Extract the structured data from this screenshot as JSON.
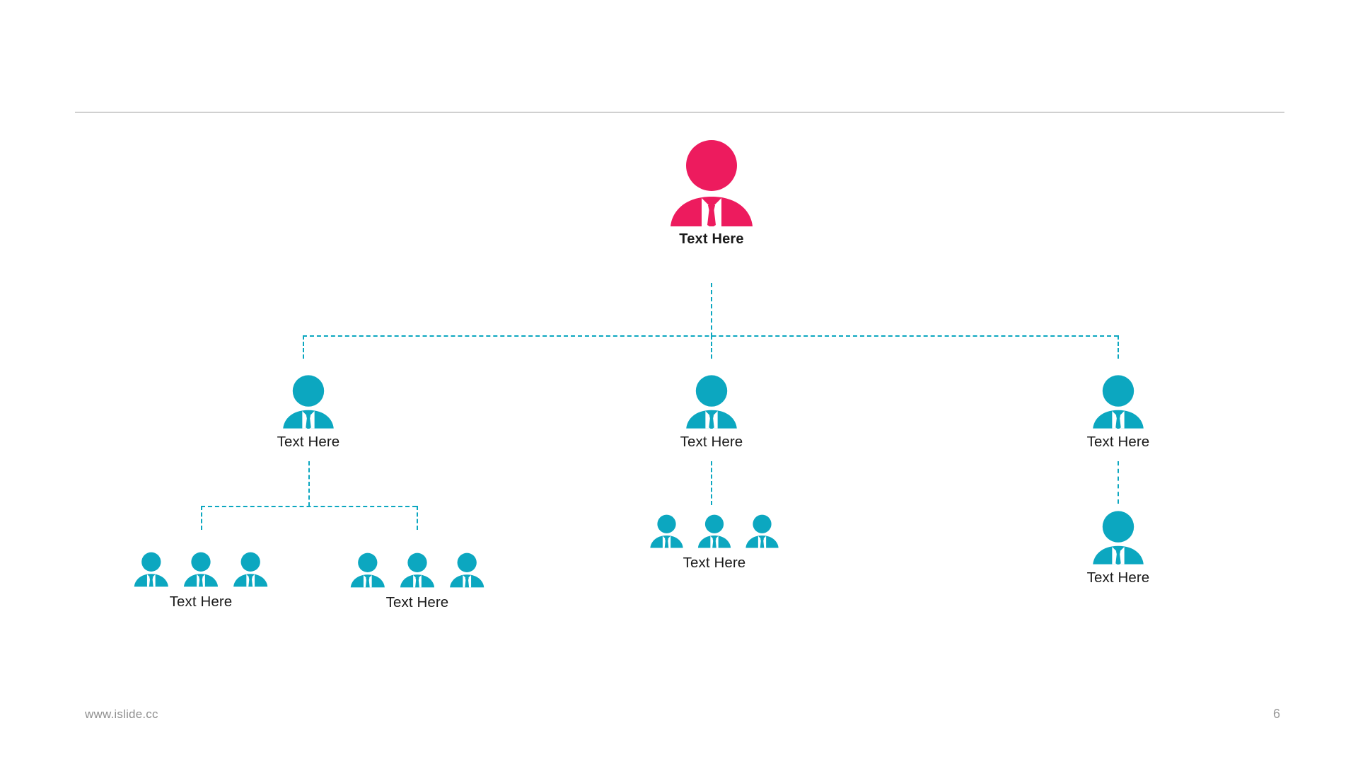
{
  "slide": {
    "page_number": "6",
    "footer_url": "www.islide.cc",
    "colors": {
      "root_accent": "#ED1B5E",
      "branch_accent": "#0CA7C0",
      "connector": "#0CA7C0",
      "rule": "#9B9B9B",
      "footer_text": "#8F8F8F",
      "label_text": "#1B1B1B",
      "background": "#FFFFFF"
    }
  },
  "chart": {
    "type": "org-chart",
    "root": {
      "label": "Text Here",
      "icon": "person-icon",
      "icon_count": 1,
      "accent": "#ED1B5E",
      "emphasis": "bold"
    },
    "level2": [
      {
        "label": "Text Here",
        "icon": "person-icon",
        "icon_count": 1,
        "accent": "#0CA7C0"
      },
      {
        "label": "Text Here",
        "icon": "person-icon",
        "icon_count": 1,
        "accent": "#0CA7C0"
      },
      {
        "label": "Text Here",
        "icon": "person-icon",
        "icon_count": 1,
        "accent": "#0CA7C0"
      }
    ],
    "level3": [
      {
        "label": "Text Here",
        "icon": "person-group-icon",
        "icon_count": 3,
        "accent": "#0CA7C0",
        "parent": 0
      },
      {
        "label": "Text Here",
        "icon": "person-group-icon",
        "icon_count": 3,
        "accent": "#0CA7C0",
        "parent": 0
      },
      {
        "label": "Text Here",
        "icon": "person-group-icon",
        "icon_count": 3,
        "accent": "#0CA7C0",
        "parent": 1
      },
      {
        "label": "Text Here",
        "icon": "person-icon",
        "icon_count": 1,
        "accent": "#0CA7C0",
        "parent": 2
      }
    ]
  }
}
